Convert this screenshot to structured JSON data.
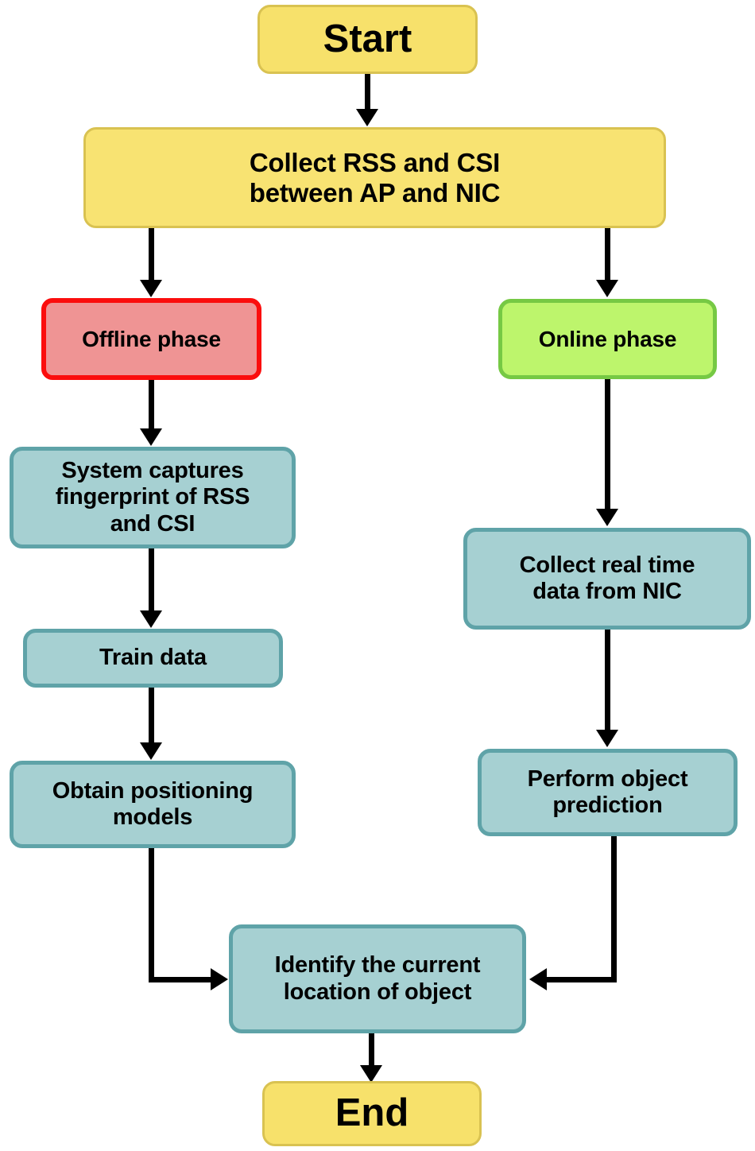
{
  "diagram": {
    "title": "Indoor positioning system flowchart",
    "type": "flowchart",
    "background": "#ffffff",
    "palette": {
      "terminal_fill": "#f7e16b",
      "terminal_border": "#d9c251",
      "process_yellow_fill": "#f8e372",
      "offline_fill": "#ef9494",
      "offline_border": "#fb0d0d",
      "online_fill": "#bdf56c",
      "online_border": "#76c944",
      "teal_fill": "#a6d0d2",
      "teal_border": "#5fa3a8",
      "connector": "#000000"
    },
    "nodes": {
      "start": {
        "label": "Start",
        "shape": "terminal"
      },
      "collect": {
        "label": "Collect RSS and CSI\nbetween AP and NIC",
        "shape": "process"
      },
      "offline_phase": {
        "label": "Offline phase",
        "shape": "process"
      },
      "online_phase": {
        "label": "Online phase",
        "shape": "process"
      },
      "capture_fingerprint": {
        "label": "System captures\nfingerprint of RSS\nand CSI",
        "shape": "process"
      },
      "train_data": {
        "label": "Train data",
        "shape": "process"
      },
      "obtain_models": {
        "label": "Obtain positioning\nmodels",
        "shape": "process"
      },
      "collect_realtime": {
        "label": "Collect real time\ndata from NIC",
        "shape": "process"
      },
      "perform_prediction": {
        "label": "Perform object\nprediction",
        "shape": "process"
      },
      "identify_location": {
        "label": "Identify the current\nlocation of object",
        "shape": "process"
      },
      "end": {
        "label": "End",
        "shape": "terminal"
      }
    },
    "edges": [
      {
        "from": "start",
        "to": "collect",
        "style": "straight-down"
      },
      {
        "from": "collect",
        "to": "offline_phase",
        "style": "straight-down"
      },
      {
        "from": "collect",
        "to": "online_phase",
        "style": "straight-down"
      },
      {
        "from": "offline_phase",
        "to": "capture_fingerprint",
        "style": "straight-down"
      },
      {
        "from": "capture_fingerprint",
        "to": "train_data",
        "style": "straight-down"
      },
      {
        "from": "train_data",
        "to": "obtain_models",
        "style": "straight-down"
      },
      {
        "from": "online_phase",
        "to": "collect_realtime",
        "style": "straight-down"
      },
      {
        "from": "collect_realtime",
        "to": "perform_prediction",
        "style": "straight-down"
      },
      {
        "from": "obtain_models",
        "to": "identify_location",
        "style": "elbow-down-right"
      },
      {
        "from": "perform_prediction",
        "to": "identify_location",
        "style": "elbow-down-left"
      },
      {
        "from": "identify_location",
        "to": "end",
        "style": "straight-down"
      }
    ]
  }
}
